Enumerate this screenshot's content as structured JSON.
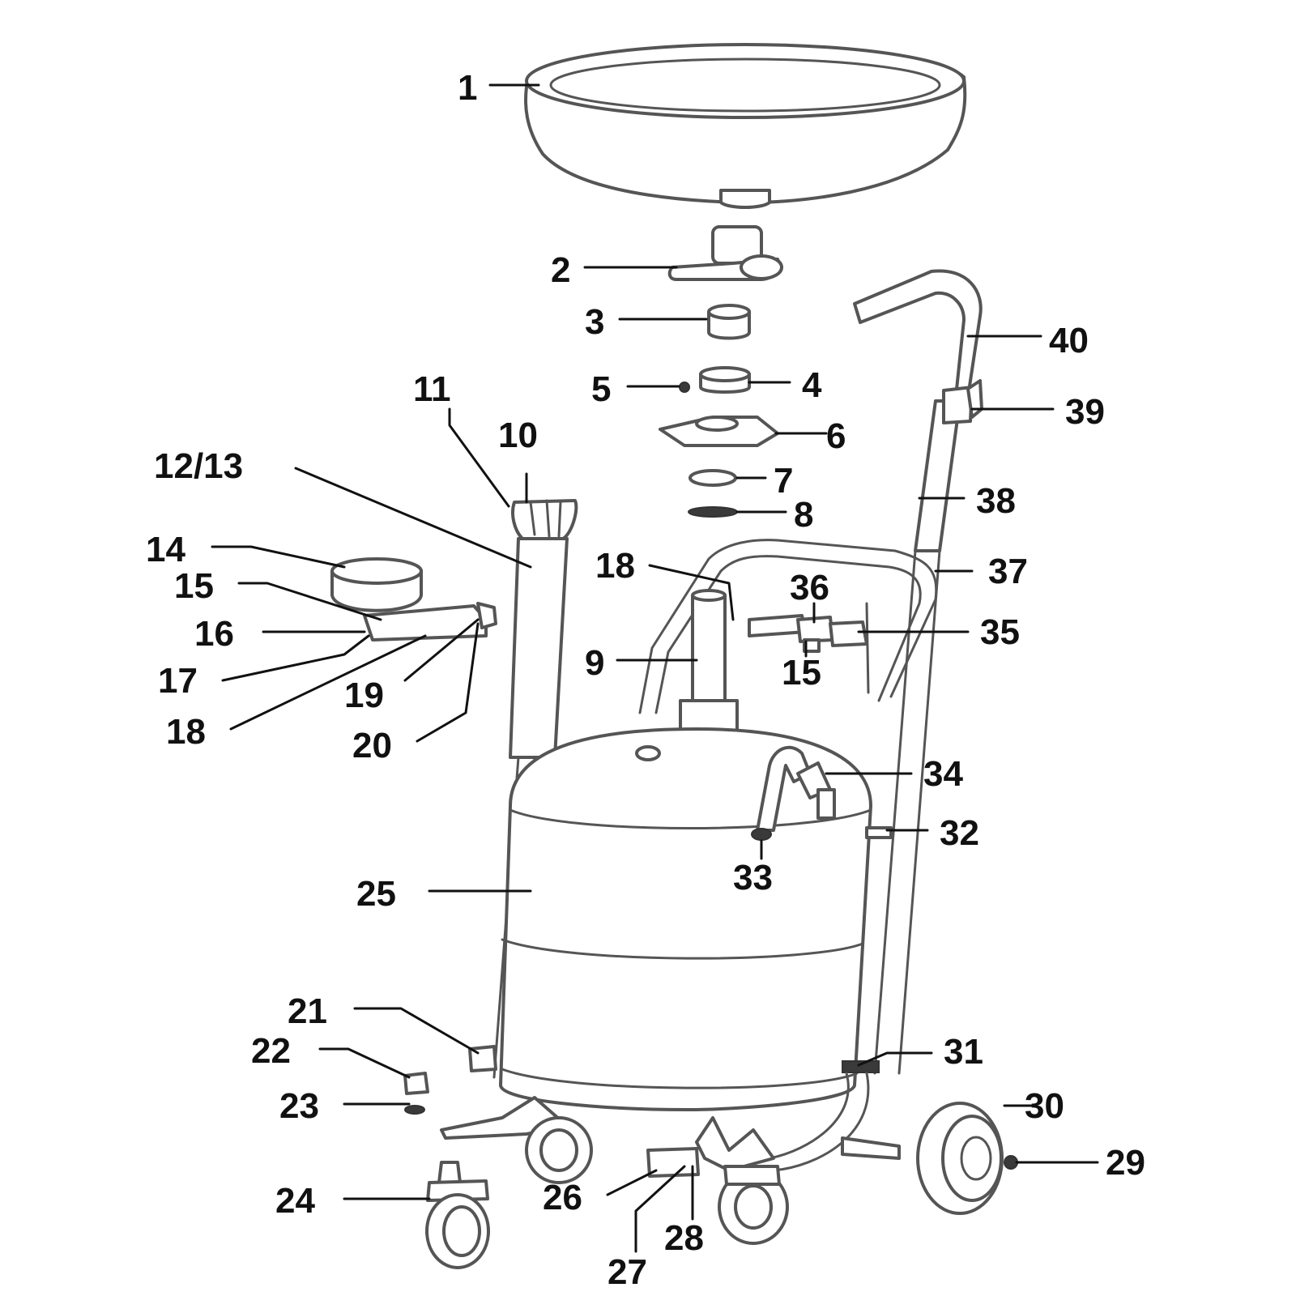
{
  "diagram": {
    "callouts": {
      "c1": "1",
      "c2": "2",
      "c3": "3",
      "c4": "4",
      "c5": "5",
      "c6": "6",
      "c7": "7",
      "c8": "8",
      "c9": "9",
      "c10": "10",
      "c11": "11",
      "c12_13": "12/13",
      "c14": "14",
      "c15a": "15",
      "c15b": "15",
      "c16": "16",
      "c17": "17",
      "c18a": "18",
      "c18b": "18",
      "c19": "19",
      "c20": "20",
      "c21": "21",
      "c22": "22",
      "c23": "23",
      "c24": "24",
      "c25": "25",
      "c26": "26",
      "c27": "27",
      "c28": "28",
      "c29": "29",
      "c30": "30",
      "c31": "31",
      "c32": "32",
      "c33": "33",
      "c34": "34",
      "c35": "35",
      "c36": "36",
      "c37": "37",
      "c38": "38",
      "c39": "39",
      "c40": "40"
    },
    "colors": {
      "line": "#555555",
      "label": "#111111",
      "background": "#ffffff"
    }
  }
}
